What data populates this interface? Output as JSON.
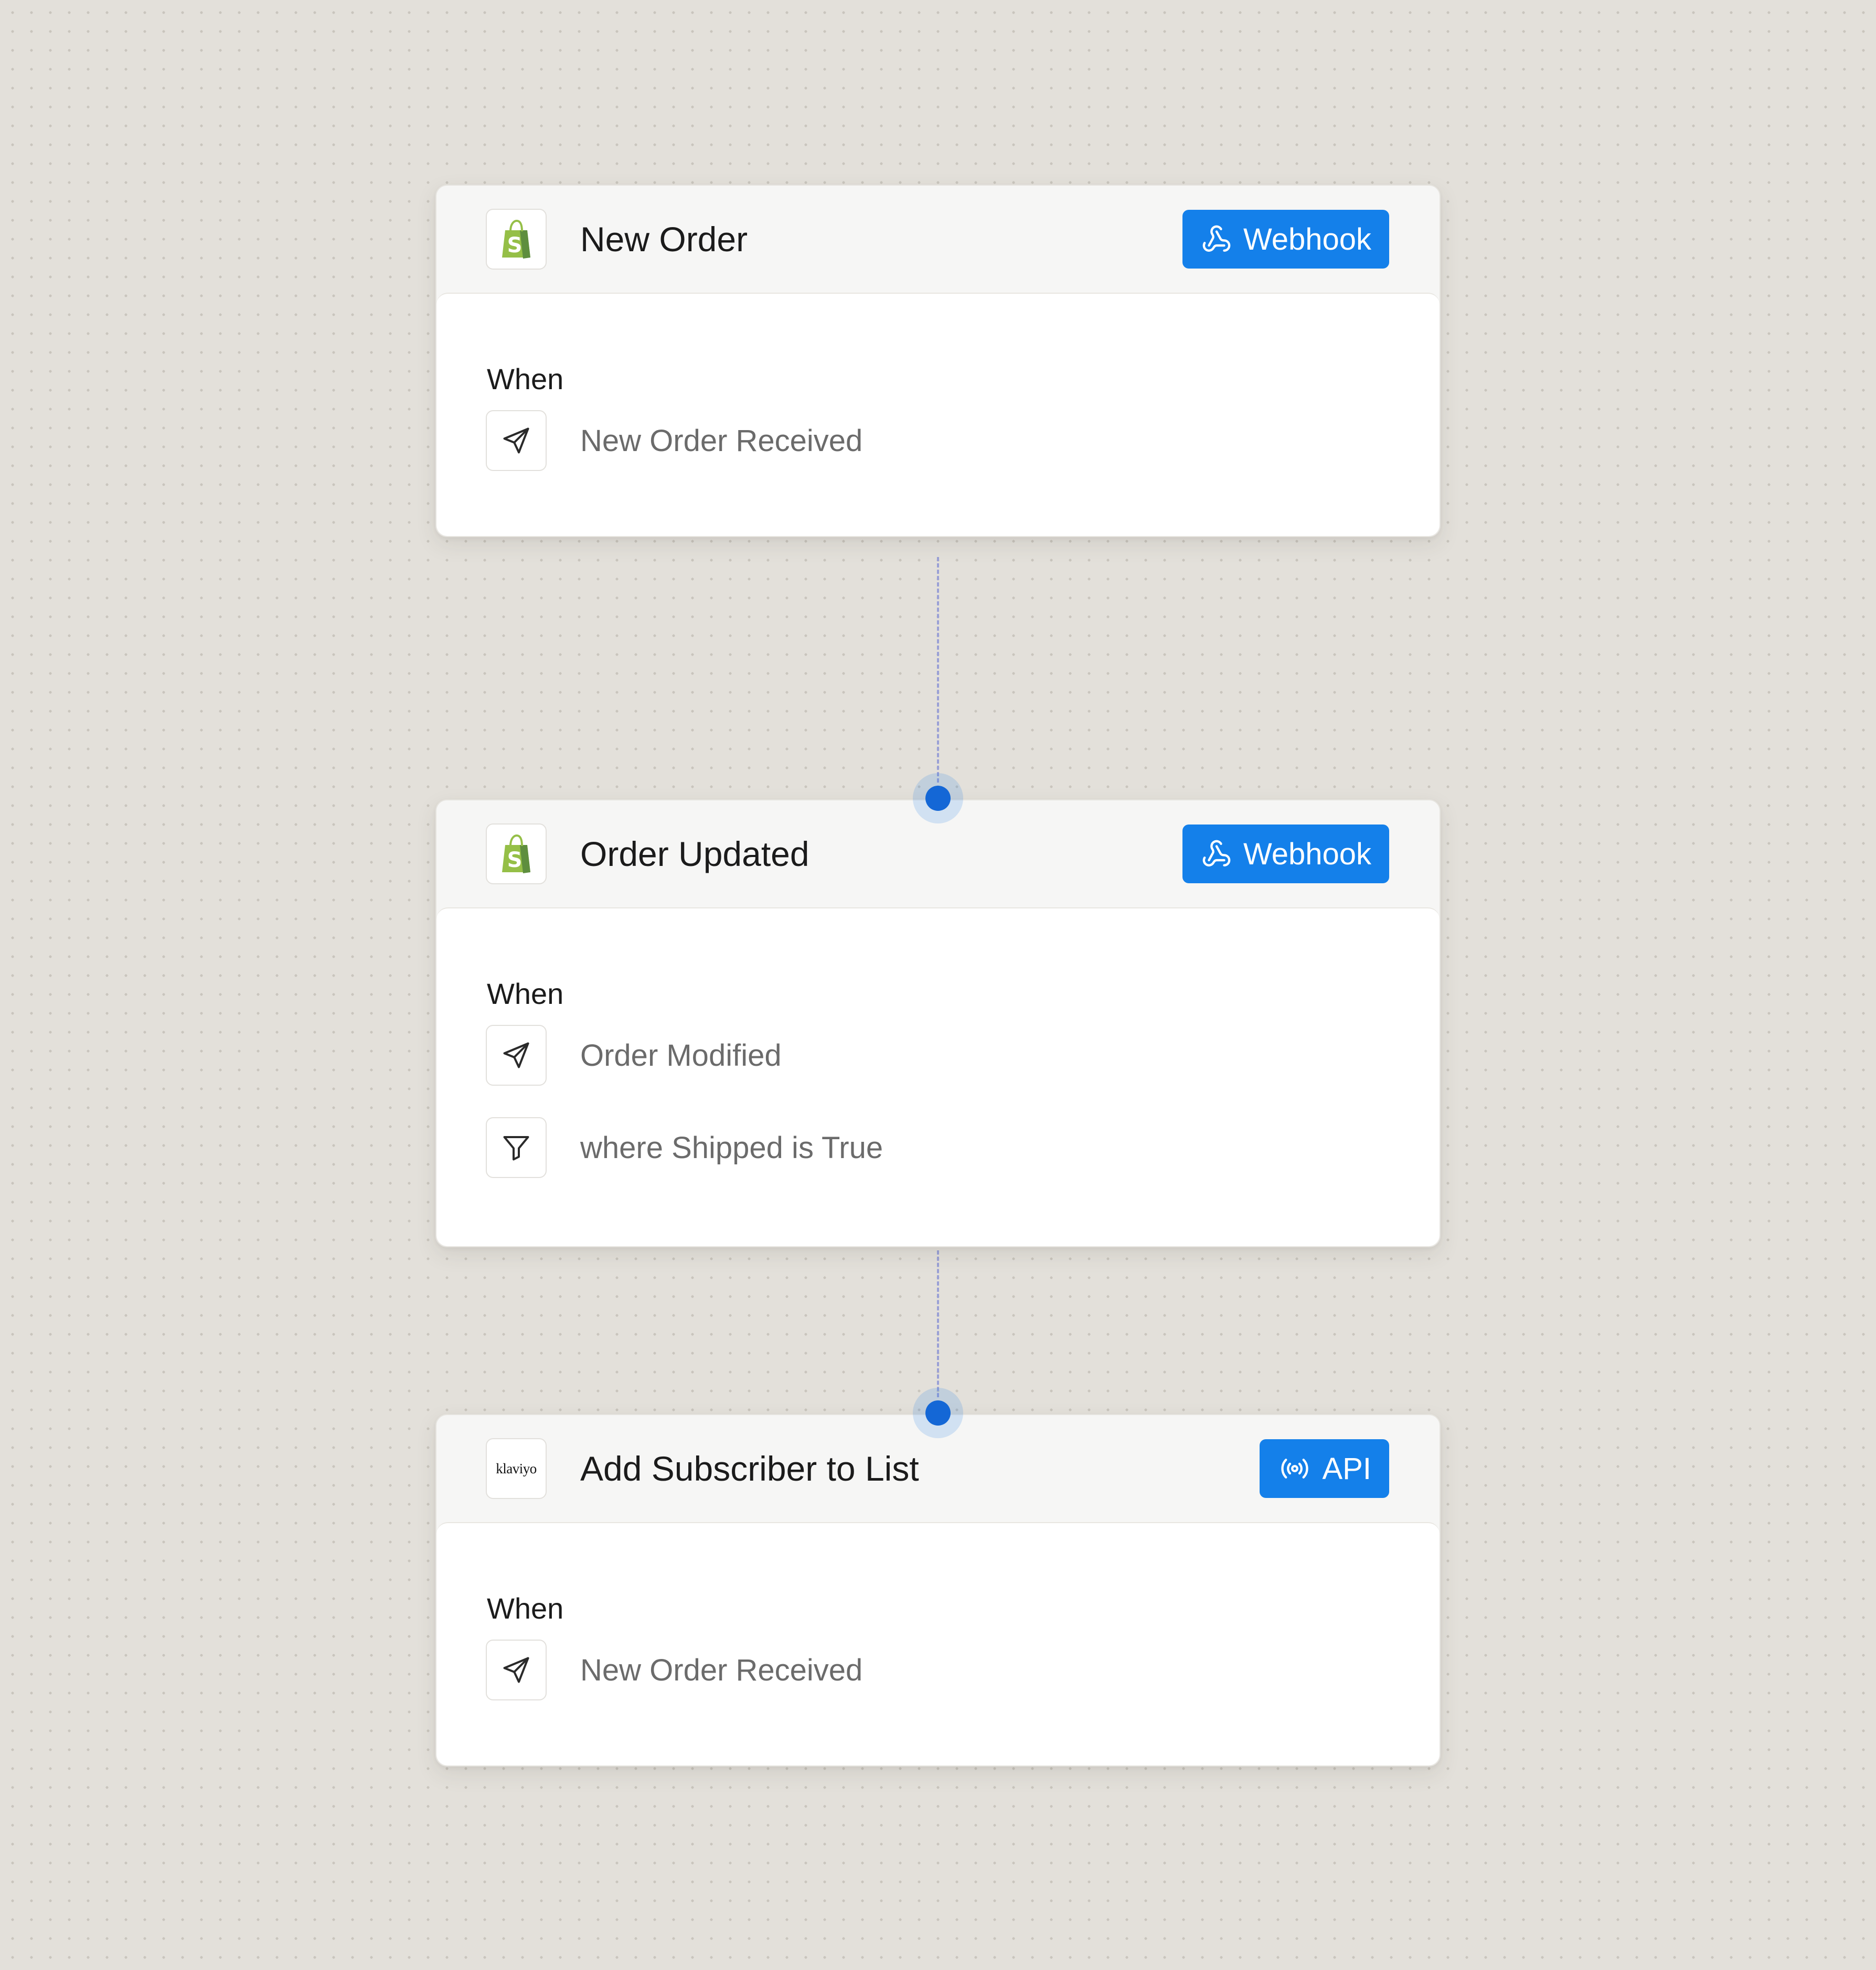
{
  "colors": {
    "background": "#e3e0da",
    "accent": "#1480ea",
    "node": "#1467d6",
    "shopify_green": "#95bf47"
  },
  "steps": [
    {
      "app_icon": "shopify-icon",
      "title": "New Order",
      "badge": {
        "icon": "webhook-icon",
        "label": "Webhook"
      },
      "section_label": "When",
      "rows": [
        {
          "icon": "send-icon",
          "text": "New Order Received"
        }
      ]
    },
    {
      "app_icon": "shopify-icon",
      "title": "Order Updated",
      "badge": {
        "icon": "webhook-icon",
        "label": "Webhook"
      },
      "section_label": "When",
      "rows": [
        {
          "icon": "send-icon",
          "text": "Order Modified"
        },
        {
          "icon": "filter-icon",
          "text": "where Shipped is True"
        }
      ]
    },
    {
      "app_icon": "klaviyo-icon",
      "app_icon_text": "klaviyo",
      "title": "Add Subscriber to List",
      "badge": {
        "icon": "broadcast-icon",
        "label": "API"
      },
      "section_label": "When",
      "rows": [
        {
          "icon": "send-icon",
          "text": "New Order Received"
        }
      ]
    }
  ]
}
